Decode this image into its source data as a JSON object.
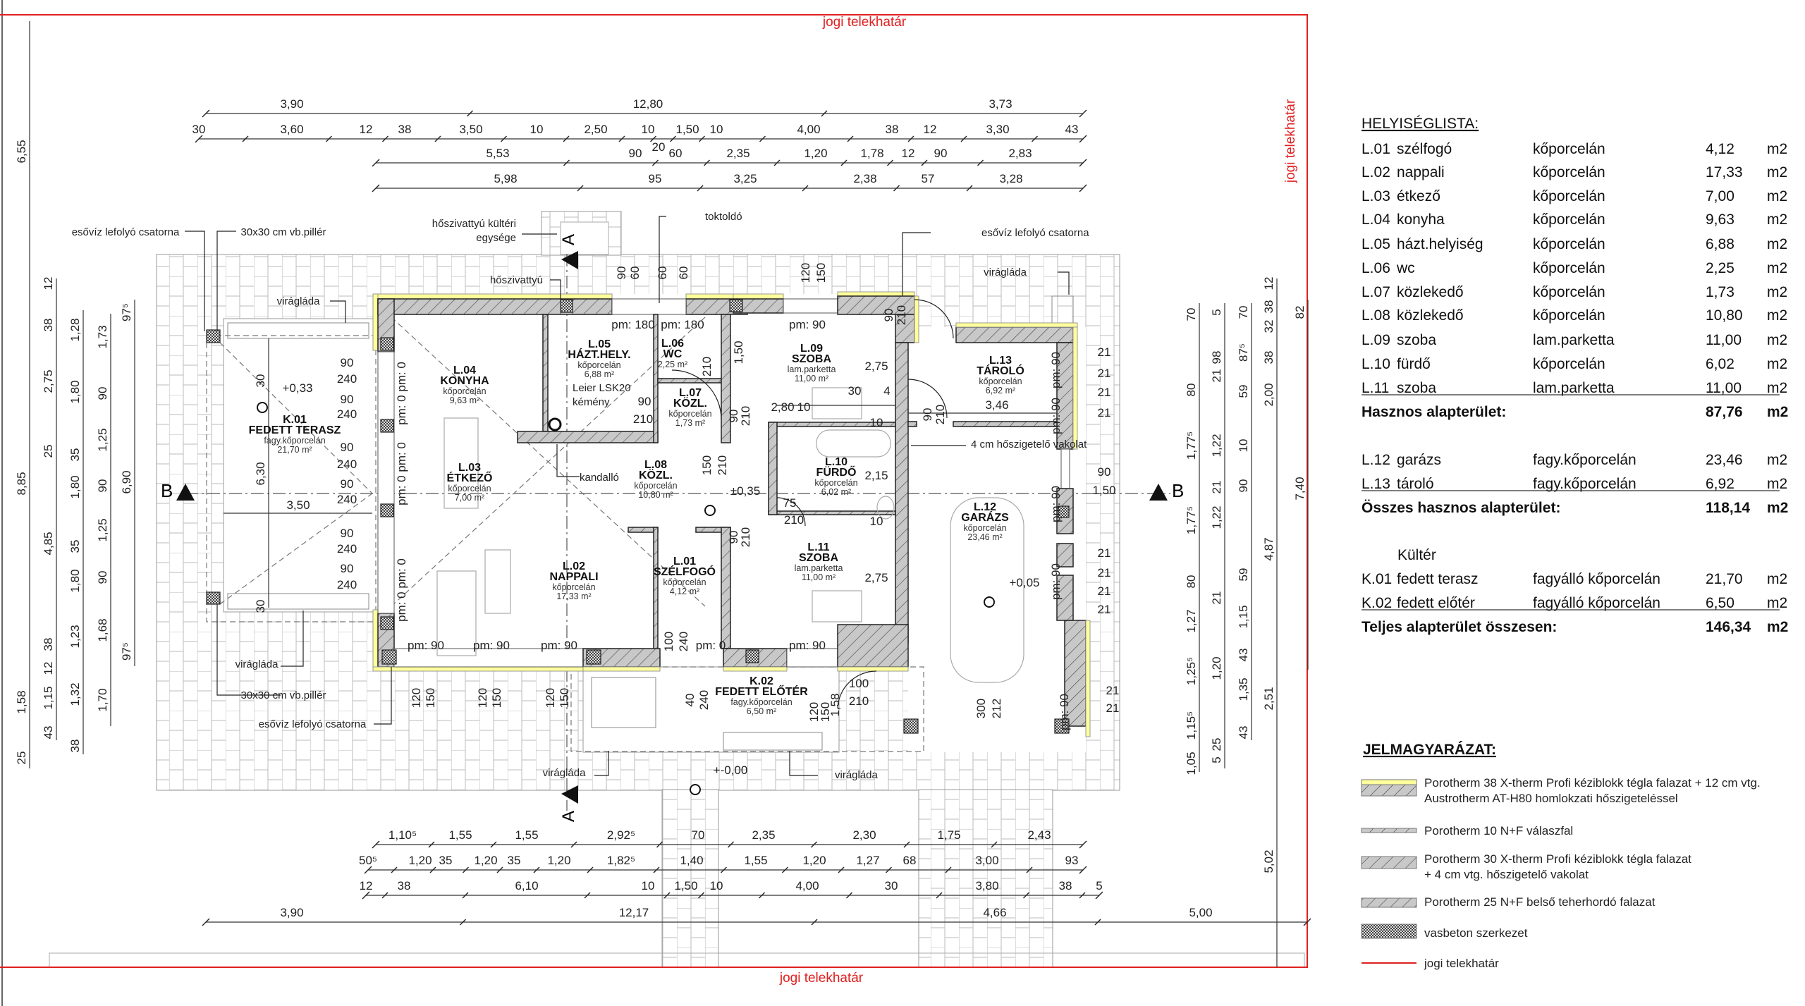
{
  "boundary_label": "jogi telekhatár",
  "colors": {
    "boundary": "#e02020",
    "insulation": "#ffff9c",
    "wall": "#c8c8c8",
    "column_accent": "#7b7bdc"
  },
  "rooms": [
    {
      "id": "L.01",
      "name": "SZÉLFOGÓ",
      "floor": "kőporcelán",
      "area": "4,12 m²"
    },
    {
      "id": "L.02",
      "name": "NAPPALI",
      "floor": "kőporcelán",
      "area": "17,33 m²"
    },
    {
      "id": "L.03",
      "name": "ÉTKEZŐ",
      "floor": "kőporcelán",
      "area": "7,00 m²"
    },
    {
      "id": "L.04",
      "name": "KONYHA",
      "floor": "kőporcelán",
      "area": "9,63 m²"
    },
    {
      "id": "L.05",
      "name": "HÁZT.HELY.",
      "floor": "kőporcelán",
      "area": "6,88 m²"
    },
    {
      "id": "L.06",
      "name": "WC",
      "floor": "",
      "area": "2,25 m²"
    },
    {
      "id": "L.07",
      "name": "KÖZL.",
      "floor": "kőporcelán",
      "area": "1,73 m²"
    },
    {
      "id": "L.08",
      "name": "KÖZL.",
      "floor": "kőporcelán",
      "area": "10,80 m²"
    },
    {
      "id": "L.09",
      "name": "SZOBA",
      "floor": "lam.parketta",
      "area": "11,00 m²"
    },
    {
      "id": "L.10",
      "name": "FÜRDŐ",
      "floor": "kőporcelán",
      "area": "6,02 m²"
    },
    {
      "id": "L.11",
      "name": "SZOBA",
      "floor": "lam.parketta",
      "area": "11,00 m²"
    },
    {
      "id": "L.12",
      "name": "GARÁZS",
      "floor": "kőporcelán",
      "area": "23,46 m²"
    },
    {
      "id": "L.13",
      "name": "TÁROLÓ",
      "floor": "kőporcelán",
      "area": "6,92 m²"
    },
    {
      "id": "K.01",
      "name": "FEDETT TERASZ",
      "floor": "fagy.kőporcelán",
      "area": "21,70 m²"
    },
    {
      "id": "K.02",
      "name": "FEDETT ELŐTÉR",
      "floor": "fagy.kőporcelán",
      "area": "6,50 m²"
    }
  ],
  "room_list": {
    "title": "HELYISÉGLISTA:",
    "interior": [
      {
        "code": "L.01",
        "name": "szélfogó",
        "floor": "kőporcelán",
        "area": "4,12",
        "unit": "m2"
      },
      {
        "code": "L.02",
        "name": "nappali",
        "floor": "kőporcelán",
        "area": "17,33",
        "unit": "m2"
      },
      {
        "code": "L.03",
        "name": "étkező",
        "floor": "kőporcelán",
        "area": "7,00",
        "unit": "m2"
      },
      {
        "code": "L.04",
        "name": "konyha",
        "floor": "kőporcelán",
        "area": "9,63",
        "unit": "m2"
      },
      {
        "code": "L.05",
        "name": "házt.helyiség",
        "floor": "kőporcelán",
        "area": "6,88",
        "unit": "m2"
      },
      {
        "code": "L.06",
        "name": "wc",
        "floor": "kőporcelán",
        "area": "2,25",
        "unit": "m2"
      },
      {
        "code": "L.07",
        "name": "közlekedő",
        "floor": "kőporcelán",
        "area": "1,73",
        "unit": "m2"
      },
      {
        "code": "L.08",
        "name": "közlekedő",
        "floor": "kőporcelán",
        "area": "10,80",
        "unit": "m2"
      },
      {
        "code": "L.09",
        "name": "szoba",
        "floor": "lam.parketta",
        "area": "11,00",
        "unit": "m2"
      },
      {
        "code": "L.10",
        "name": "fürdő",
        "floor": "kőporcelán",
        "area": "6,02",
        "unit": "m2"
      },
      {
        "code": "L.11",
        "name": "szoba",
        "floor": "lam.parketta",
        "area": "11,00",
        "unit": "m2"
      }
    ],
    "subtotal_useful": {
      "label": "Hasznos alapterület:",
      "value": "87,76",
      "unit": "m2"
    },
    "other": [
      {
        "code": "L.12",
        "name": "garázs",
        "floor": "fagy.kőporcelán",
        "area": "23,46",
        "unit": "m2"
      },
      {
        "code": "L.13",
        "name": "tároló",
        "floor": "fagy.kőporcelán",
        "area": "6,92",
        "unit": "m2"
      }
    ],
    "subtotal_all": {
      "label": "Összes hasznos alapterület:",
      "value": "118,14",
      "unit": "m2"
    },
    "outdoor_heading": "Kültér",
    "outdoor": [
      {
        "code": "K.01",
        "name": "fedett terasz",
        "floor": "fagyálló kőporcelán",
        "area": "21,70",
        "unit": "m2"
      },
      {
        "code": "K.02",
        "name": "fedett előtér",
        "floor": "fagyálló kőporcelán",
        "area": "6,50",
        "unit": "m2"
      }
    ],
    "total": {
      "label": "Teljes alapterület összesen:",
      "value": "146,34",
      "unit": "m2"
    }
  },
  "legend": {
    "title": "JELMAGYARÁZAT:",
    "items": [
      {
        "lines": [
          "Porotherm 38 X-therm Profi kéziblokk tégla falazat + 12 cm vtg.",
          "Austrotherm AT-H80 homlokzati hőszigeteléssel"
        ]
      },
      {
        "lines": [
          "Porotherm 10 N+F válaszfal"
        ]
      },
      {
        "lines": [
          "Porotherm 30 X-therm Profi kéziblokk tégla falazat",
          "+ 4 cm vtg. hőszigetelő vakolat"
        ]
      },
      {
        "lines": [
          "Porotherm 25 N+F belső teherhordó falazat"
        ]
      },
      {
        "lines": [
          "vasbeton szerkezet"
        ]
      },
      {
        "lines": [
          "jogi telekhatár"
        ]
      }
    ]
  },
  "dimensions": {
    "top": [
      [
        "3,90",
        "12,80",
        "3,73"
      ],
      [
        "30",
        "3,60",
        "12",
        "38",
        "3,50",
        "10",
        "2,50",
        "10",
        "20",
        "1,50",
        "10",
        "4,00",
        "38",
        "12",
        "3,30",
        "43"
      ],
      [
        "5,53",
        "90",
        "60",
        "2,35",
        "1,20",
        "1,78",
        "12",
        "90",
        "2,83"
      ],
      [
        "5,98",
        "95",
        "3,25",
        "2,38",
        "57",
        "3,28"
      ]
    ],
    "bottom": [
      [
        "1,10⁵",
        "1,55",
        "1,55",
        "2,92⁵",
        "70",
        "2,35",
        "2,30",
        "1,75",
        "2,43"
      ],
      [
        "50⁵",
        "1,20",
        "35",
        "1,20",
        "35",
        "1,20",
        "1,82⁵",
        "1,40",
        "1,55",
        "1,20",
        "1,27",
        "68",
        "3,00",
        "93"
      ],
      [
        "12",
        "38",
        "6,10",
        "10",
        "1,50",
        "10",
        "4,00",
        "30",
        "3,80",
        "38",
        "5"
      ],
      [
        "3,90",
        "12,17",
        "4,66",
        "5,00"
      ]
    ],
    "left": [
      [
        "6,55",
        "8,85",
        "1,58",
        "25"
      ],
      [
        "12",
        "38",
        "2,75",
        "25",
        "4,85",
        "38",
        "12",
        "1,15",
        "43"
      ],
      [
        "1,28",
        "1,80",
        "35",
        "1,80",
        "35",
        "1,80",
        "1,23",
        "1,32",
        "38"
      ],
      [
        "1,73",
        "90",
        "1,25",
        "90",
        "1,25",
        "90",
        "1,68",
        "1,70"
      ],
      [
        "97⁵",
        "6,90",
        "97⁵"
      ]
    ],
    "right": [
      [
        "70",
        "80",
        "1,77⁵",
        "1,77⁵",
        "80",
        "1,27",
        "1,25⁵",
        "1,15⁵",
        "1,05"
      ],
      [
        "5",
        "98",
        "21",
        "1,22",
        "21",
        "1,22",
        "21",
        "1,20",
        "25",
        "5"
      ],
      [
        "70",
        "87⁵",
        "59",
        "10",
        "90",
        "59",
        "1,15",
        "43",
        "1,35",
        "43"
      ],
      [
        "12",
        "38",
        "32",
        "38",
        "2,00",
        "4,87",
        "2,51",
        "5,02"
      ],
      [
        "82",
        "7,40"
      ]
    ],
    "interior": [
      "3,46",
      "2,80",
      "2,75",
      "2,15",
      "2,75",
      "30",
      "4",
      "10",
      "10",
      "10",
      "6,30",
      "3,50",
      "30",
      "30",
      "1,58"
    ]
  },
  "annotations": [
    "esővíz lefolyó csatorna",
    "30x30 cm vb.pillér",
    "hőszivattyú kültéri",
    "egysége",
    "toktoldó",
    "hőszivattyú",
    "esővíz lefolyó csatorna",
    "virágláda",
    "virágláda",
    "virágláda",
    "30x30 cm vb.pillér",
    "esővíz lefolyó csatorna",
    "virágláda",
    "virágláda",
    "Leier LSK20",
    "kémény",
    "kandalló",
    "4 cm hőszigetelő vakolat"
  ],
  "levels": [
    "+0,33",
    "±0,35",
    "+0,05",
    "+-0,00"
  ],
  "sections": {
    "a": "A",
    "b": "B"
  },
  "openings": [
    "pm: 180",
    "pm: 180",
    "pm: 90",
    "pm: 90",
    "pm: 90",
    "pm: 90",
    "pm: 0",
    "pm: 90",
    "pm: 0 pm: 0",
    "pm: 0 pm: 0",
    "pm: 0 pm: 0",
    "90",
    "210",
    "90",
    "210",
    "90",
    "210",
    "75",
    "210",
    "90",
    "210",
    "90",
    "210",
    "100",
    "210",
    "100",
    "240",
    "40",
    "240",
    "90",
    "60",
    "60",
    "60",
    "120",
    "150",
    "1,50",
    "210",
    "150",
    "210",
    "120",
    "150",
    "120",
    "150",
    "120",
    "150",
    "120",
    "150",
    "300",
    "212",
    "90",
    "240",
    "90",
    "240",
    "90",
    "240",
    "90",
    "240",
    "90",
    "240",
    "90",
    "240",
    "21",
    "21",
    "21",
    "21",
    "90",
    "1,50",
    "21",
    "21",
    "21",
    "21",
    "21",
    "21",
    "pm: 90",
    "pm: 90",
    "pm: 90",
    "pm: 90",
    "pm: 90"
  ]
}
